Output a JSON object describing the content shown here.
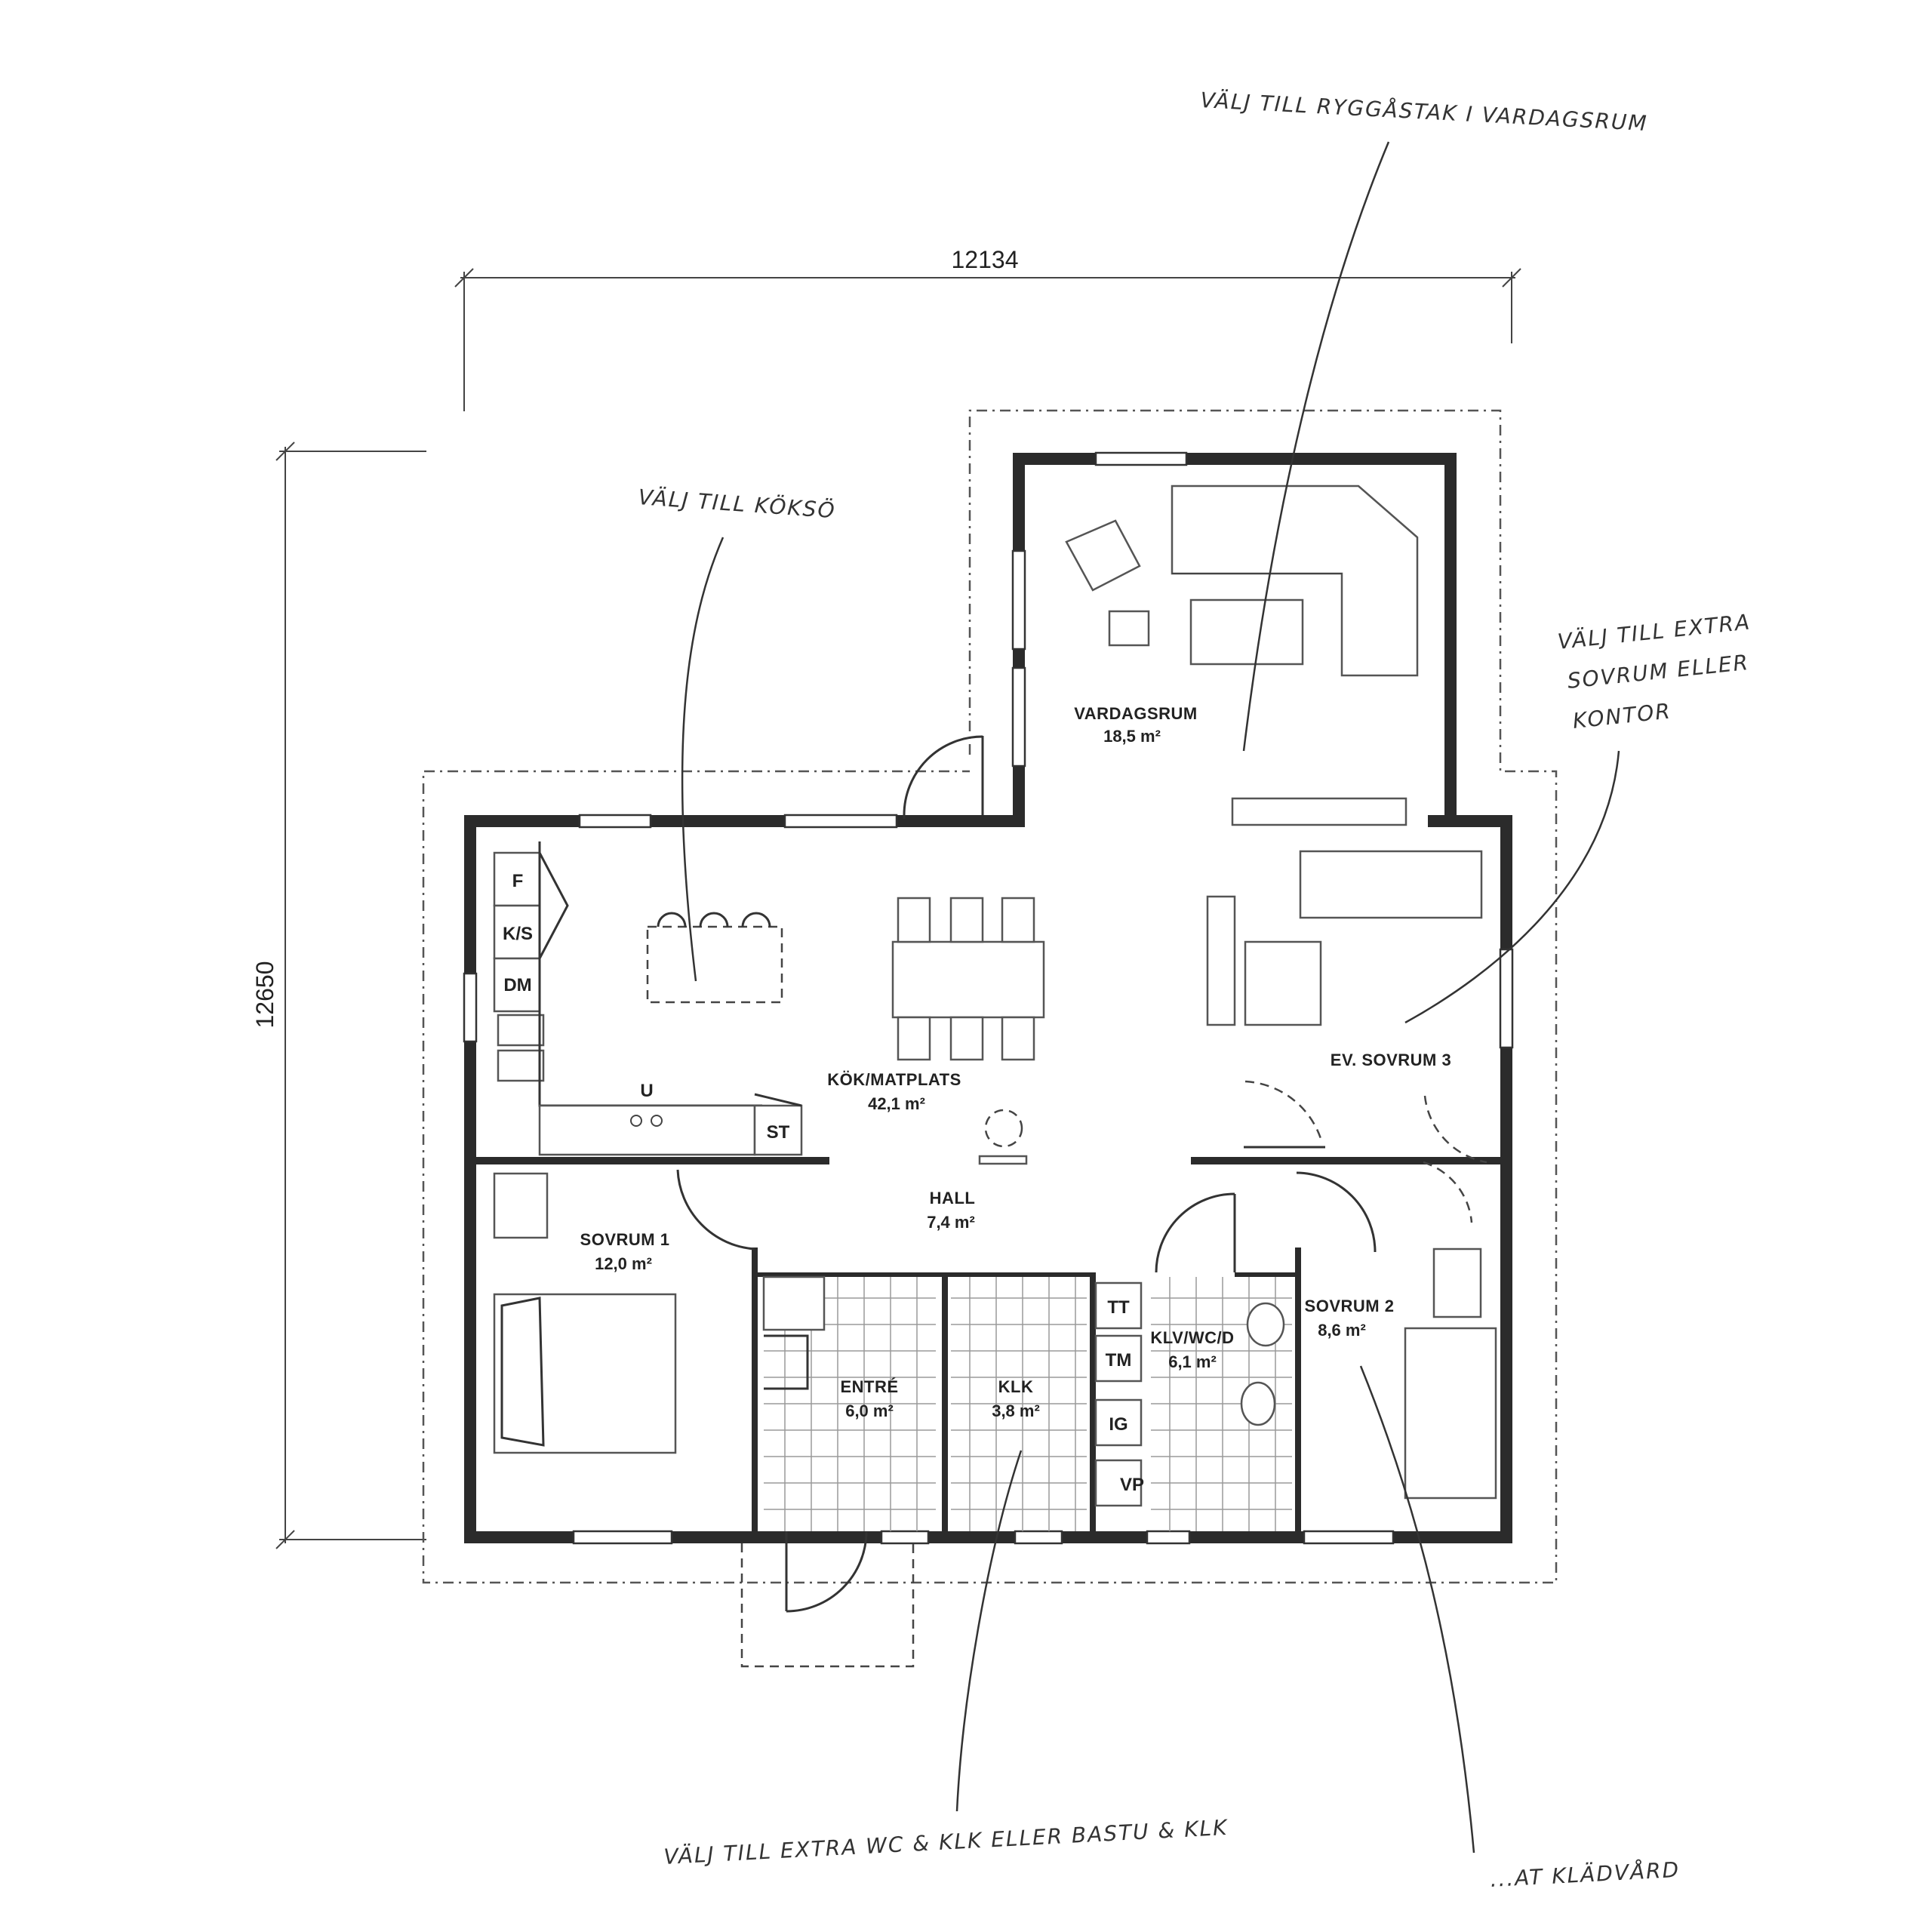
{
  "dimensions": {
    "width": "12134",
    "height": "12650"
  },
  "rooms": {
    "vardagsrum": {
      "name": "VARDAGSRUM",
      "area": "18,5 m²"
    },
    "kok": {
      "name": "KÖK/MATPLATS",
      "area": "42,1 m²"
    },
    "hall": {
      "name": "HALL",
      "area": "7,4 m²"
    },
    "sovrum1": {
      "name": "SOVRUM 1",
      "area": "12,0 m²"
    },
    "sovrum2": {
      "name": "SOVRUM 2",
      "area": "8,6 m²"
    },
    "sovrum3": {
      "name": "EV. SOVRUM 3"
    },
    "entre": {
      "name": "ENTRÉ",
      "area": "6,0 m²"
    },
    "klk": {
      "name": "KLK",
      "area": "3,8 m²"
    },
    "klv": {
      "name": "KLV/WC/D",
      "area": "6,1 m²"
    }
  },
  "fixtures": {
    "f": "F",
    "ks": "K/S",
    "dm": "DM",
    "u": "U",
    "st": "ST",
    "tt": "TT",
    "tm": "TM",
    "ig": "IG",
    "vp": "VP"
  },
  "notes": {
    "ryggastak": "VÄLJ TILL RYGGÅSTAK I VARDAGSRUM",
    "kokso": "VÄLJ TILL KÖKSÖ",
    "extra_sovrum": [
      "VÄLJ TILL EXTRA",
      "SOVRUM ELLER",
      "KONTOR"
    ],
    "wc_klk": "VÄLJ TILL EXTRA WC & KLK ELLER BASTU & KLK",
    "kladvard": "...AT KLÄDVÅRD"
  }
}
